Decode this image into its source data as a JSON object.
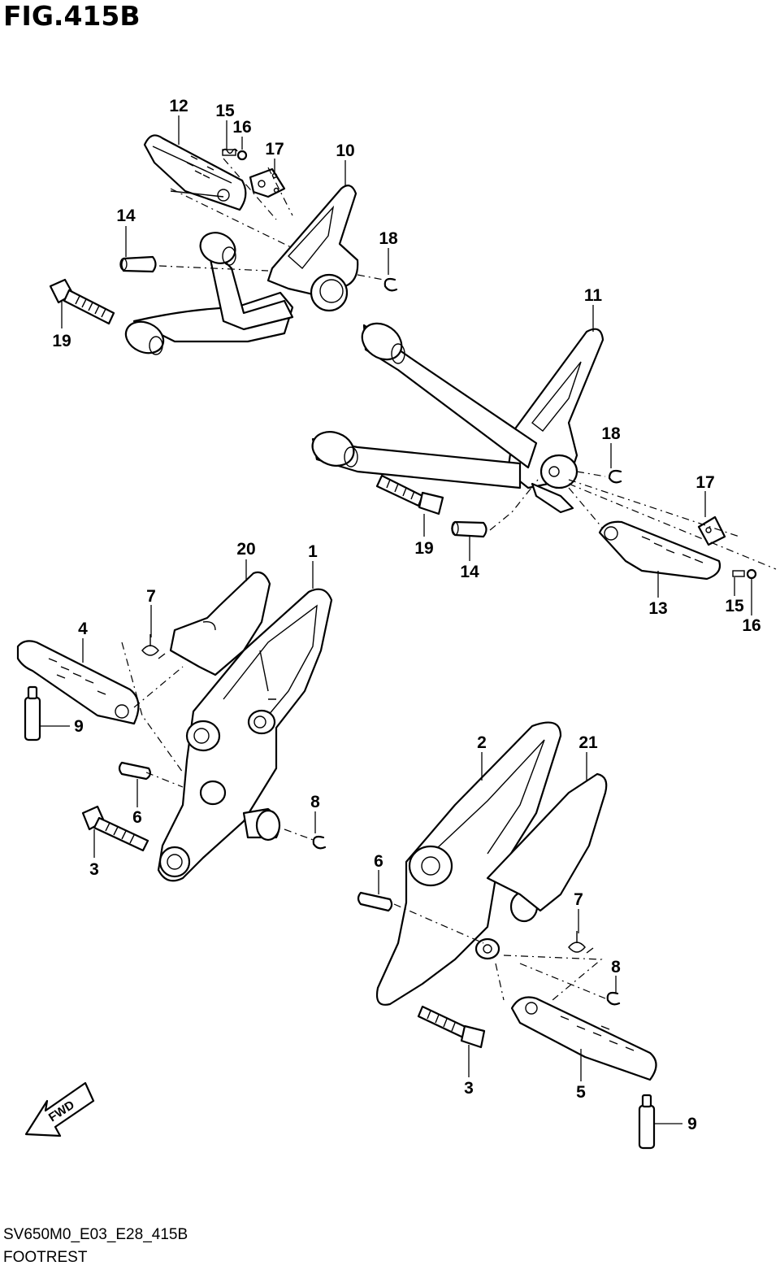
{
  "figure": {
    "title": "FIG.415B",
    "code": "SV650M0_E03_E28_415B",
    "caption": "FOOTREST",
    "fwd_label": "FWD"
  },
  "callouts": {
    "c1": "1",
    "c2": "2",
    "c3a": "3",
    "c3b": "3",
    "c4": "4",
    "c5": "5",
    "c6a": "6",
    "c6b": "6",
    "c7a": "7",
    "c7b": "7",
    "c8a": "8",
    "c8b": "8",
    "c9a": "9",
    "c9b": "9",
    "c10": "10",
    "c11": "11",
    "c12": "12",
    "c13": "13",
    "c14a": "14",
    "c14b": "14",
    "c15a": "15",
    "c15b": "15",
    "c16a": "16",
    "c16b": "16",
    "c17a": "17",
    "c17b": "17",
    "c18a": "18",
    "c18b": "18",
    "c19a": "19",
    "c19b": "19",
    "c20": "20",
    "c21": "21"
  }
}
